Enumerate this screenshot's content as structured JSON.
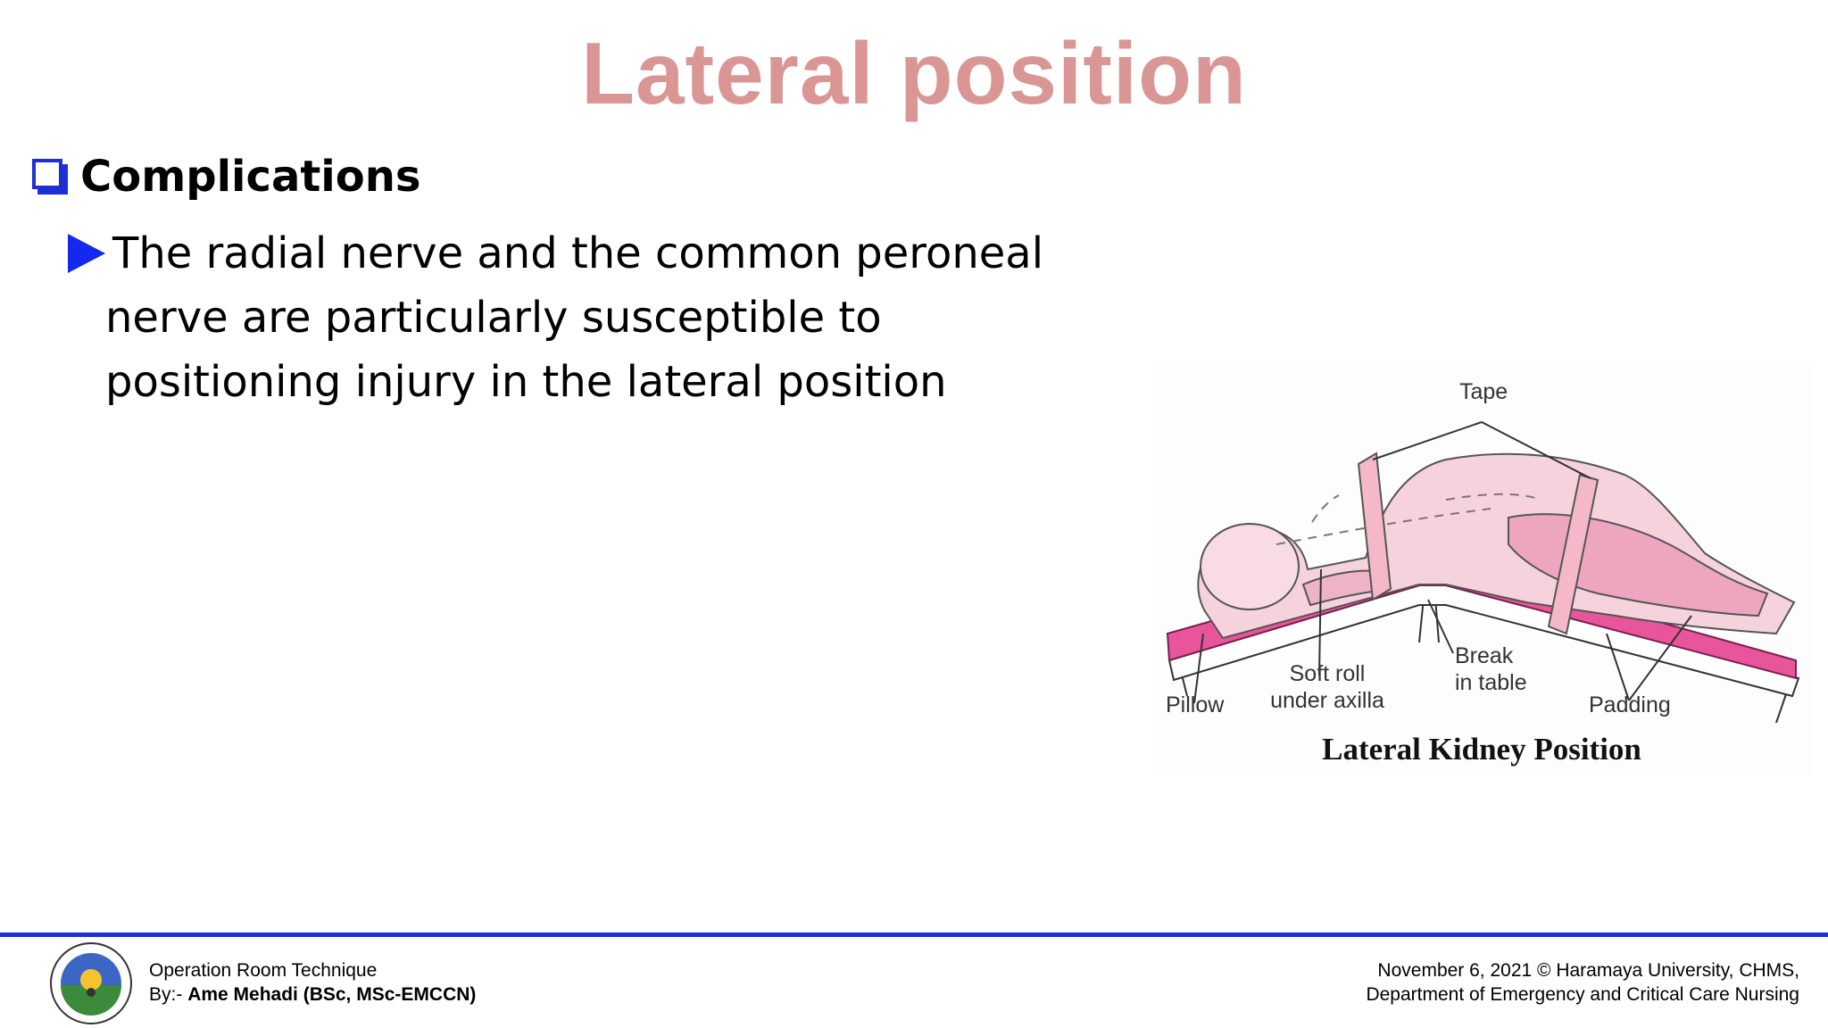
{
  "title": "Lateral position",
  "heading": "Complications",
  "bullet": {
    "line1": "The radial nerve and the common peroneal",
    "line2": "nerve are particularly susceptible to",
    "line3": "positioning injury in the lateral position"
  },
  "figure": {
    "labels": {
      "tape": "Tape",
      "pillow": "Pillow",
      "soft_roll_1": "Soft roll",
      "soft_roll_2": "under axilla",
      "break_1": "Break",
      "break_2": "in table",
      "padding": "Padding"
    },
    "caption": "Lateral Kidney Position",
    "colors": {
      "table": "#e8559a",
      "patient_fill": "#f6d2dc",
      "strap": "#f4b8c8"
    }
  },
  "footer": {
    "course": "Operation Room Technique",
    "author_prefix": "By:-",
    "author": "Ame Mehadi (BSc, MSc-EMCCN)",
    "date_line": "November 6, 2021 © Haramaya University, CHMS,",
    "department": "Department of Emergency and Critical Care Nursing"
  },
  "colors": {
    "title": "#d99694",
    "accent": "#1f2fd6"
  }
}
